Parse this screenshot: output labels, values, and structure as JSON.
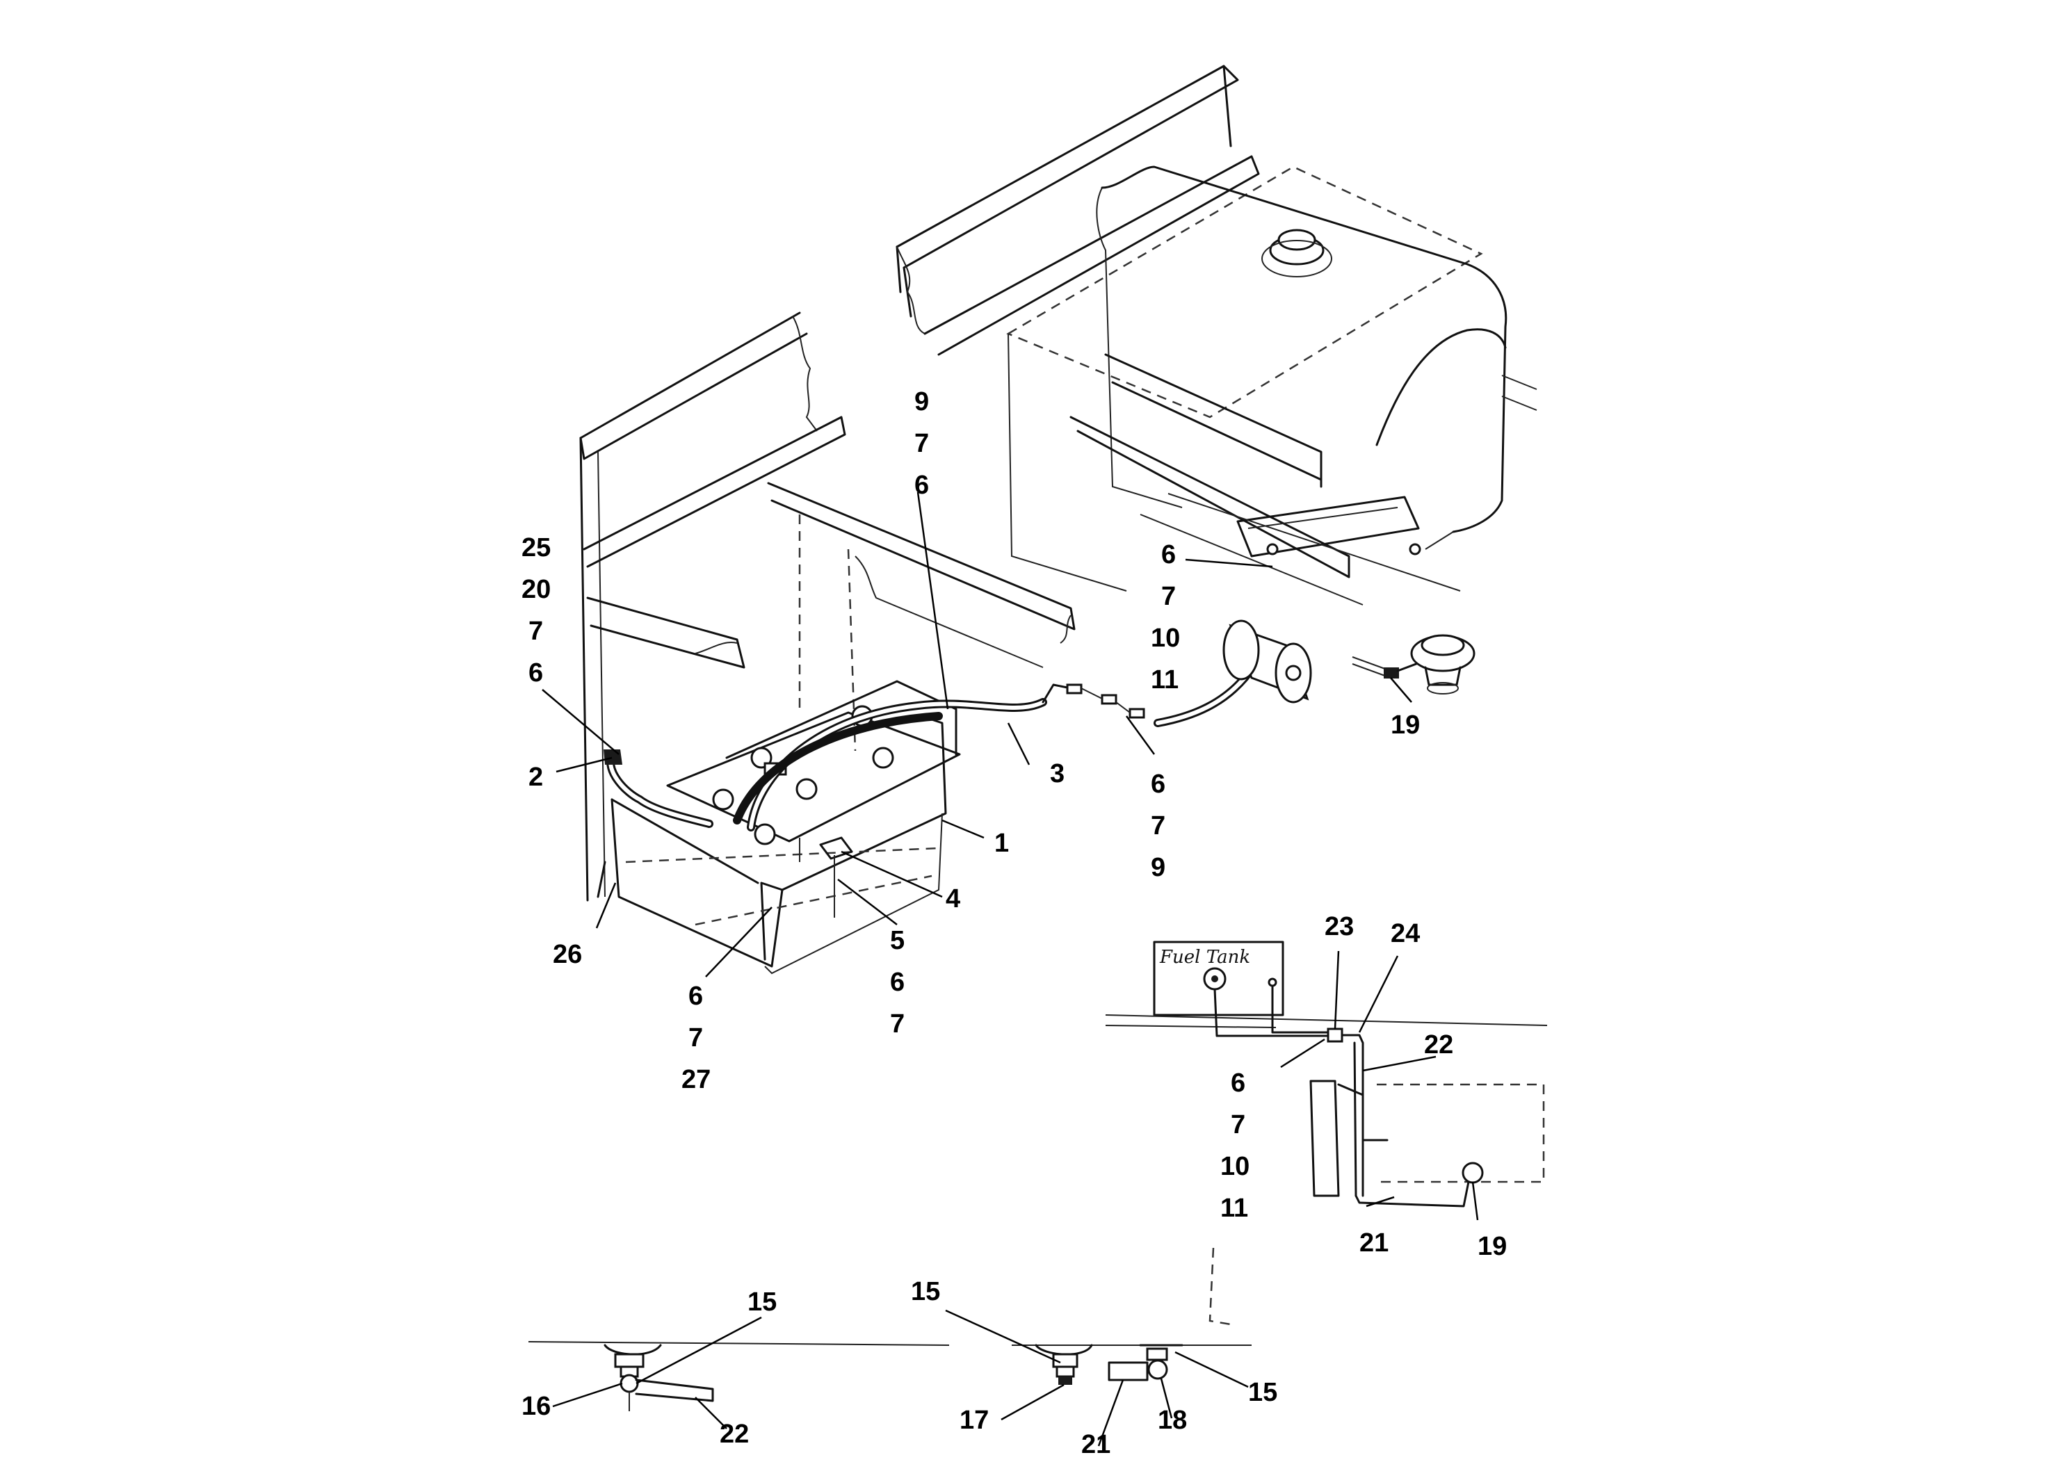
{
  "diagram": {
    "tank_label": "Fuel Tank",
    "callouts": {
      "top_filter_stack": [
        "9",
        "7",
        "6"
      ],
      "left_stack": [
        "25",
        "20",
        "7",
        "6"
      ],
      "hose_2": "2",
      "hose_3": "3",
      "box_1": "1",
      "bracket_4": "4",
      "stack_5_6_7": [
        "5",
        "6",
        "7"
      ],
      "line_26": "26",
      "stack_6_7_27": [
        "6",
        "7",
        "27"
      ],
      "tank_stack": [
        "6",
        "7",
        "10",
        "11"
      ],
      "stack_6_7_9": [
        "6",
        "7",
        "9"
      ],
      "pump_19": "19",
      "inset_23": "23",
      "inset_24": "24",
      "inset_22": "22",
      "inset_stack": [
        "6",
        "7",
        "10",
        "11"
      ],
      "inset_21": "21",
      "inset_19": "19",
      "left_detail": {
        "c15": "15",
        "c16": "16",
        "c22": "22"
      },
      "right_detail": {
        "c15a": "15",
        "c17": "17",
        "c21": "21",
        "c18": "18",
        "c15b": "15"
      }
    }
  }
}
